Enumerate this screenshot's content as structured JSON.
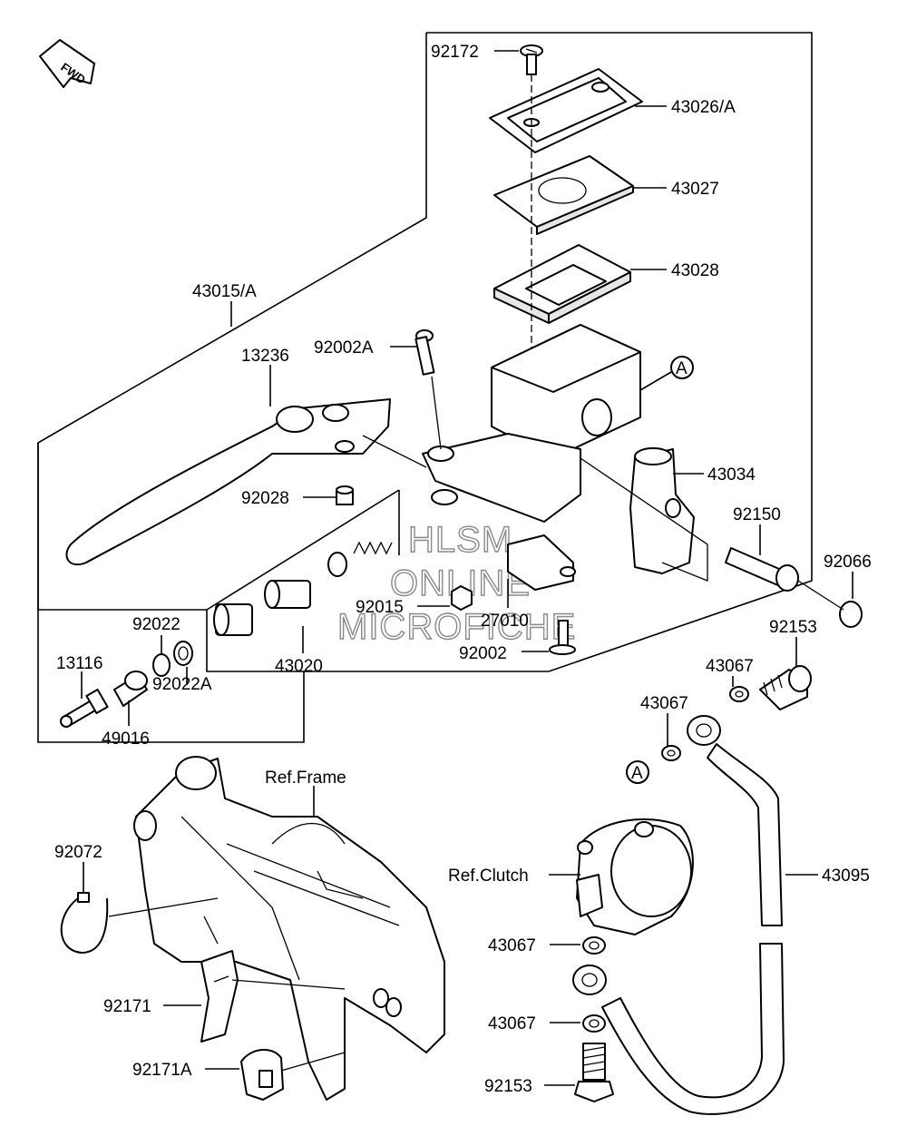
{
  "fwd_badge": "FWD",
  "watermark": [
    "HLSM",
    "ONLINE",
    "MICROFICHE"
  ],
  "ref_marker": "A",
  "part_labels": {
    "p92172": "92172",
    "p43026A": "43026/A",
    "p43027": "43027",
    "p43028": "43028",
    "p43015A": "43015/A",
    "p92002A": "92002A",
    "p13236": "13236",
    "p43034": "43034",
    "p92028": "92028",
    "p92150": "92150",
    "p92066": "92066",
    "p92015": "92015",
    "p27010": "27010",
    "p92002": "92002",
    "p92153a": "92153",
    "p92022": "92022",
    "p43020": "43020",
    "p13116": "13116",
    "p92022A": "92022A",
    "p49016": "49016",
    "p43067a": "43067",
    "p43067b": "43067",
    "p43067c": "43067",
    "p43067d": "43067",
    "p43095": "43095",
    "p92153b": "92153",
    "p92072": "92072",
    "p92171": "92171",
    "p92171A": "92171A"
  },
  "ref_labels": {
    "frame": "Ref.Frame",
    "clutch": "Ref.Clutch"
  },
  "icons": {
    "fwd": "fwd-arrow-icon"
  }
}
